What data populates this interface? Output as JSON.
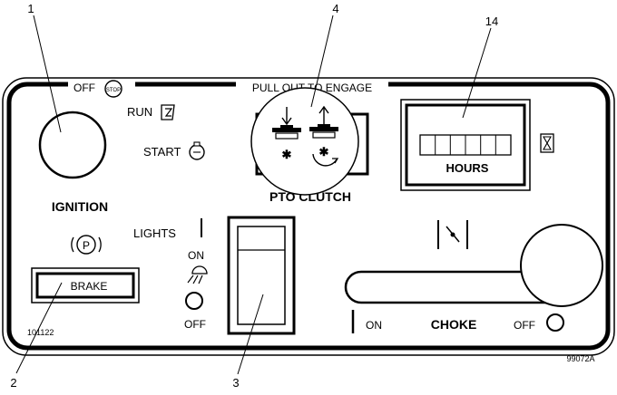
{
  "callouts": {
    "c1": "1",
    "c2": "2",
    "c3": "3",
    "c4": "4",
    "c14": "14"
  },
  "ignition": {
    "off": "OFF",
    "stop_badge": "STOP",
    "run": "RUN",
    "start": "START",
    "label": "IGNITION"
  },
  "pto": {
    "header": "PULL OUT TO ENGAGE",
    "label": "PTO CLUTCH"
  },
  "hours": {
    "label": "HOURS"
  },
  "brake": {
    "label": "BRAKE",
    "badge": "P"
  },
  "lights": {
    "label": "LIGHTS",
    "on": "ON",
    "off": "OFF"
  },
  "choke": {
    "label": "CHOKE",
    "on": "ON",
    "off": "OFF"
  },
  "codes": {
    "part": "101122",
    "figure": "99072A"
  }
}
